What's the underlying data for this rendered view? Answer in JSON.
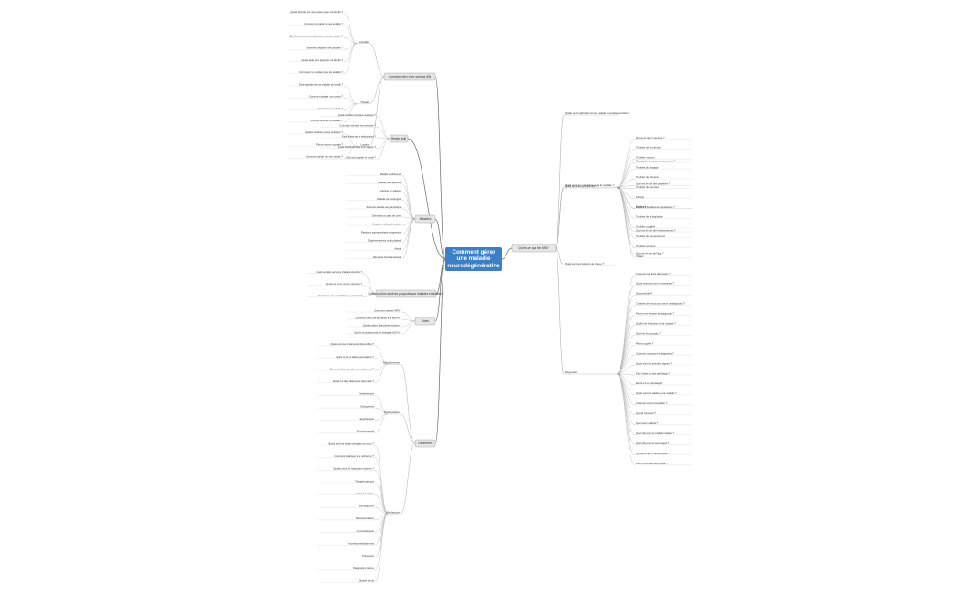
{
  "central": {
    "label": "Comment gérer une maladie neurodégénérative"
  },
  "colors": {
    "central_fill": "#3d7fc6",
    "branch_fill": "#e6e6e6",
    "branch_stroke": "#9a9a9a",
    "line": "#6b6b6b",
    "sub_line": "#9a9a9a"
  },
  "left_branches": [
    {
      "label": "Comment bien vivre avec sa MN",
      "groups": [
        {
          "label": "Famille",
          "leaves": [
            "Quelle devrait être ma relation avec ma famille ?",
            "Comment en parler à mes enfants ?",
            "Quelles sont les conséquences sur mon couple ?",
            "Comment préparer mes proches ?",
            "Quelle aide peut apporter ma famille ?",
            "Où trouver un soutien pour les aidants ?"
          ]
        },
        {
          "label": "Travail",
          "leaves": [
            "Dois-je parler de ma maladie au travail ?",
            "Comment adapter mon poste ?",
            "Quels sont mes droits ?",
            "Puis-je continuer à travailler ?"
          ]
        },
        {
          "label": "Loisirs",
          "leaves": [
            "Quelles activités puis-je pratiquer ?",
            "Puis-je encore voyager ?",
            "Comment garder une vie sociale ?"
          ]
        }
      ]
    },
    {
      "label": "Rester actif",
      "groups": [
        {
          "label": "",
          "leaves": [
            "Quelle activité physique pratiquer ?",
            "Comment stimuler ma mémoire ?",
            "Faut-il faire de la rééducation ?",
            "Quels exercices faire à la maison ?",
            "Comment garder le moral ?"
          ]
        }
      ]
    },
    {
      "label": "Maladies",
      "groups": [
        {
          "label": "",
          "leaves": [
            "Maladie d'Alzheimer",
            "Maladie de Parkinson",
            "Sclérose en plaques",
            "Maladie de Huntington",
            "Sclérose latérale amyotrophique",
            "Démence à corps de Lewy",
            "Atrophie multisystématisée",
            "Paralysie supranucléaire progressive",
            "Dégénérescence corticobasale",
            "Ataxie",
            "Démence frontotemporale"
          ]
        }
      ]
    },
    {
      "label": "Quels sont les services proposés aux malades et aidants ?",
      "groups": [
        {
          "label": "",
          "leaves": [
            "Quels sont les services d'aide à domicile ?",
            "Qu'est-ce qu'un centre mémoire ?",
            "Où trouver une association de patients ?"
          ]
        }
      ]
    },
    {
      "label": "Aides",
      "groups": [
        {
          "label": "",
          "leaves": [
            "Comment obtenir l'APA ?",
            "Comment faire une demande à la MDPH ?",
            "Quelles aides financières existent ?",
            "Qu'est-ce que la prise en charge à 100 % ?"
          ]
        }
      ]
    },
    {
      "label": "Traitements",
      "groups": [
        {
          "label": "Médicaments",
          "leaves": [
            "Quels sont les traitements disponibles ?",
            "Quels sont les effets secondaires ?",
            "Comment bien prendre mon traitement ?",
            "Existe-t-il des traitements alternatifs ?"
          ]
        },
        {
          "label": "Rééducation",
          "leaves": [
            "Kinésithérapie",
            "Orthophonie",
            "Ergothérapie",
            "Psychomotricité"
          ]
        },
        {
          "label": "Recherche",
          "leaves": [
            "Quels sont les essais cliniques en cours ?",
            "Comment participer à la recherche ?",
            "Quelles sont les avancées récentes ?",
            "Thérapie génique",
            "Cellules souches",
            "Biomarqueurs",
            "Neurostimulation",
            "Immunothérapie",
            "Nouveaux médicaments",
            "Prévention",
            "Diagnostic précoce",
            "Qualité de vie"
          ]
        }
      ]
    }
  ],
  "right_branches": [
    {
      "label": "Qu'est-ce que les MN ?",
      "groups": [
        {
          "label": "Quelle est la définition d'une maladie neurodégénérative ?",
          "leaves": []
        },
        {
          "label": "Quels sont les mécanismes de la maladie ?",
          "leaves": [
            "Qu'est-ce qu'un neurone ?",
            "Pourquoi les neurones meurent-ils ?",
            "Quel est le rôle des protéines ?",
            "Existe-t-il des facteurs génétiques ?",
            "Quel est le rôle de l'environnement ?",
            "Quel est le rôle de l'âge ?"
          ]
        },
        {
          "label": "Quels sont les symptômes ?",
          "leaves": [
            "Troubles de la mémoire",
            "Troubles moteurs",
            "Troubles du langage",
            "Troubles de l'humeur",
            "Troubles du sommeil",
            "Fatigue",
            "Douleurs",
            "Troubles de la déglutition",
            "Troubles cognitifs",
            "Troubles du comportement",
            "Troubles urinaires",
            "Chutes"
          ]
        },
        {
          "label": "Quels sont les facteurs de risque ?",
          "leaves": []
        },
        {
          "label": "Diagnostic",
          "leaves": [
            "Comment se fait le diagnostic ?",
            "Quels examens sont nécessaires ?",
            "Qui consulter ?",
            "Combien de temps pour avoir un diagnostic ?",
            "Peut-on se tromper de diagnostic ?",
            "Quelle est l'évolution de la maladie ?",
            "Quel est le pronostic ?",
            "Peut-on guérir ?",
            "Comment annoncer le diagnostic ?",
            "Quels sont les premiers signes ?",
            "Faut-il faire un test génétique ?",
            "Existe-t-il un dépistage ?",
            "Quels sont les stades de la maladie ?",
            "Comment suivre l'évolution ?",
            "Quand consulter ?",
            "Quel suivi médical ?",
            "Quel rôle pour le médecin traitant ?",
            "Quel rôle pour le neurologue ?",
            "Qu'est-ce qu'un centre expert ?",
            "Faut-il une seconde opinion ?"
          ]
        }
      ]
    }
  ]
}
